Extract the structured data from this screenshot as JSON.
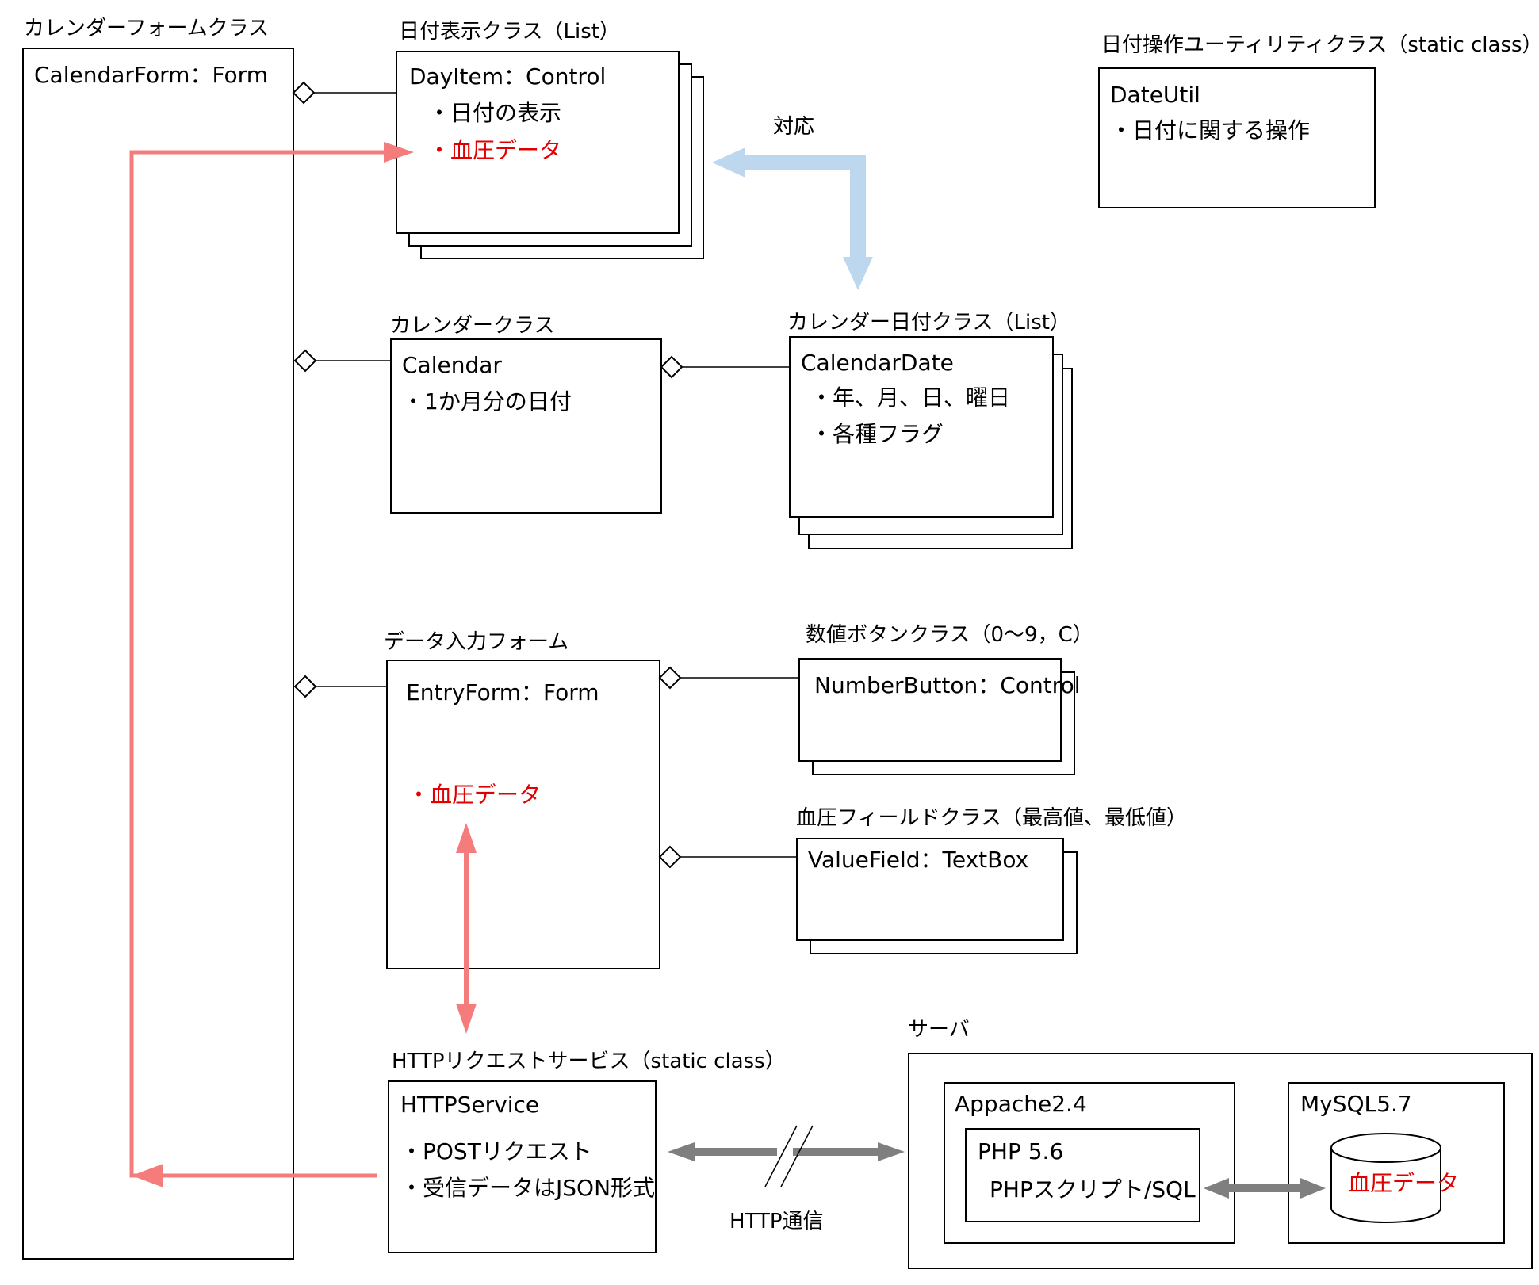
{
  "calendar_form": {
    "caption": "カレンダーフォームクラス",
    "name": "CalendarForm：Form"
  },
  "day_item": {
    "caption": "日付表示クラス（List）",
    "name": "DayItem：Control",
    "items": [
      "・日付の表示"
    ],
    "red_item": "・血圧データ"
  },
  "correspondence_label": "対応",
  "date_util": {
    "caption": "日付操作ユーティリティクラス（static class）",
    "name": "DateUtil",
    "items": [
      "・日付に関する操作"
    ]
  },
  "calendar": {
    "caption": "カレンダークラス",
    "name": "Calendar",
    "items": [
      "・1か月分の日付"
    ]
  },
  "calendar_date": {
    "caption": "カレンダー日付クラス（List）",
    "name": "CalendarDate",
    "items": [
      "・年、月、日、曜日",
      "・各種フラグ"
    ]
  },
  "entry_form": {
    "caption": "データ入力フォーム",
    "name": "EntryForm：Form",
    "red_item": "・血圧データ"
  },
  "number_button": {
    "caption": "数値ボタンクラス（0～9，C）",
    "name": "NumberButton：Control"
  },
  "value_field": {
    "caption": "血圧フィールドクラス（最高値、最低値）",
    "name": "ValueField：TextBox"
  },
  "http_service": {
    "caption": "HTTPリクエストサービス（static class）",
    "name": "HTTPService",
    "items": [
      "・POSTリクエスト",
      "・受信データはJSON形式"
    ]
  },
  "http_label": "HTTP通信",
  "server": {
    "caption": "サーバ",
    "apache": "Appache2.4",
    "php_version": "PHP 5.6",
    "php_script": "PHPスクリプト/SQL",
    "mysql": "MySQL5.7",
    "db_content": "血圧データ"
  },
  "colors": {
    "red_arrow": "#f47c7c",
    "blue_arrow": "#bdd7ee",
    "gray_arrow": "#7f7f7f",
    "red_text": "#e00000"
  }
}
